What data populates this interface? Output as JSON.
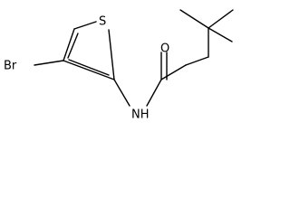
{
  "molecule": {
    "atoms": [
      {
        "id": "br",
        "label": "Br"
      },
      {
        "id": "s",
        "label": "S"
      },
      {
        "id": "o",
        "label": "O"
      },
      {
        "id": "nh",
        "label": "NH"
      }
    ]
  },
  "colors": {
    "bond": "#000000",
    "text": "#000000",
    "background": "#ffffff"
  }
}
